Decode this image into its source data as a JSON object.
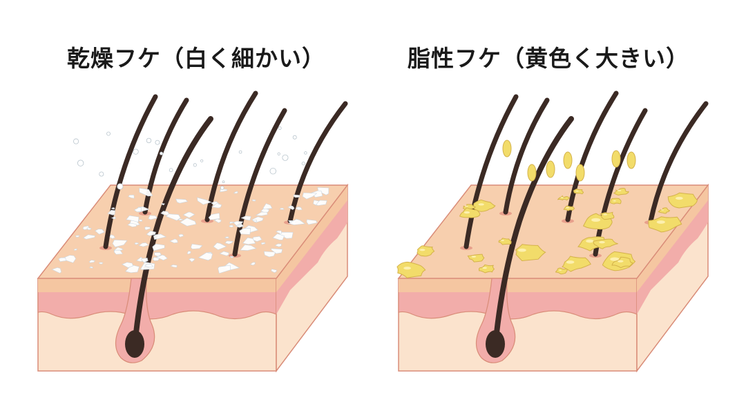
{
  "panels": [
    {
      "title": "乾燥フケ（白く細かい）",
      "type": "dry",
      "flake_color": "#ffffff"
    },
    {
      "title": "脂性フケ（黄色く大きい）",
      "type": "oily",
      "flake_color": "#f2dc6a"
    }
  ],
  "colors": {
    "skin_top": "#f7cfae",
    "epidermis": "#f5c6a1",
    "dermis_pink": "#f2adaa",
    "subcutis": "#fbe3cd",
    "outline": "#d98c78",
    "hair": "#3b2a24"
  }
}
